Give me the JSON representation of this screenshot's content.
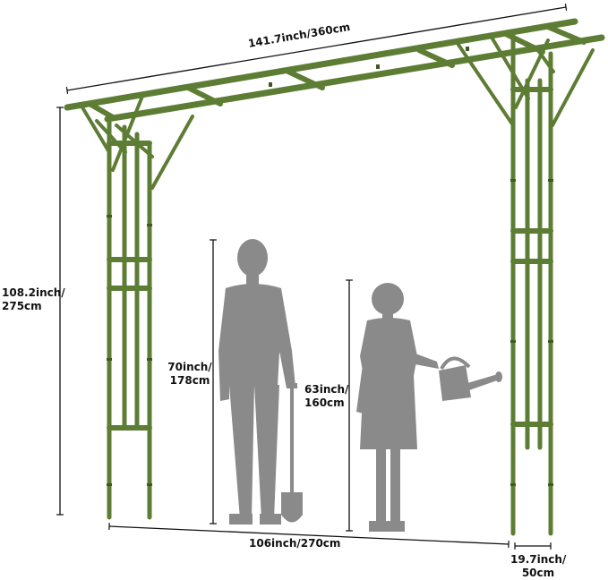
{
  "colors": {
    "frame": "#5e7d34",
    "frame_dark": "#3e5822",
    "frame_light": "#7f9c52",
    "silhouette": "#8a8a8a",
    "dim_line": "#111111"
  },
  "dimensions": {
    "width_top": "141.7inch/360cm",
    "height_line1": "108.2inch/",
    "height_line2": "275cm",
    "man_line1": "70inch/",
    "man_line2": "178cm",
    "woman_line1": "63inch/",
    "woman_line2": "160cm",
    "width_bottom": "106inch/270cm",
    "depth_line1": "19.7inch/",
    "depth_line2": "50cm"
  }
}
